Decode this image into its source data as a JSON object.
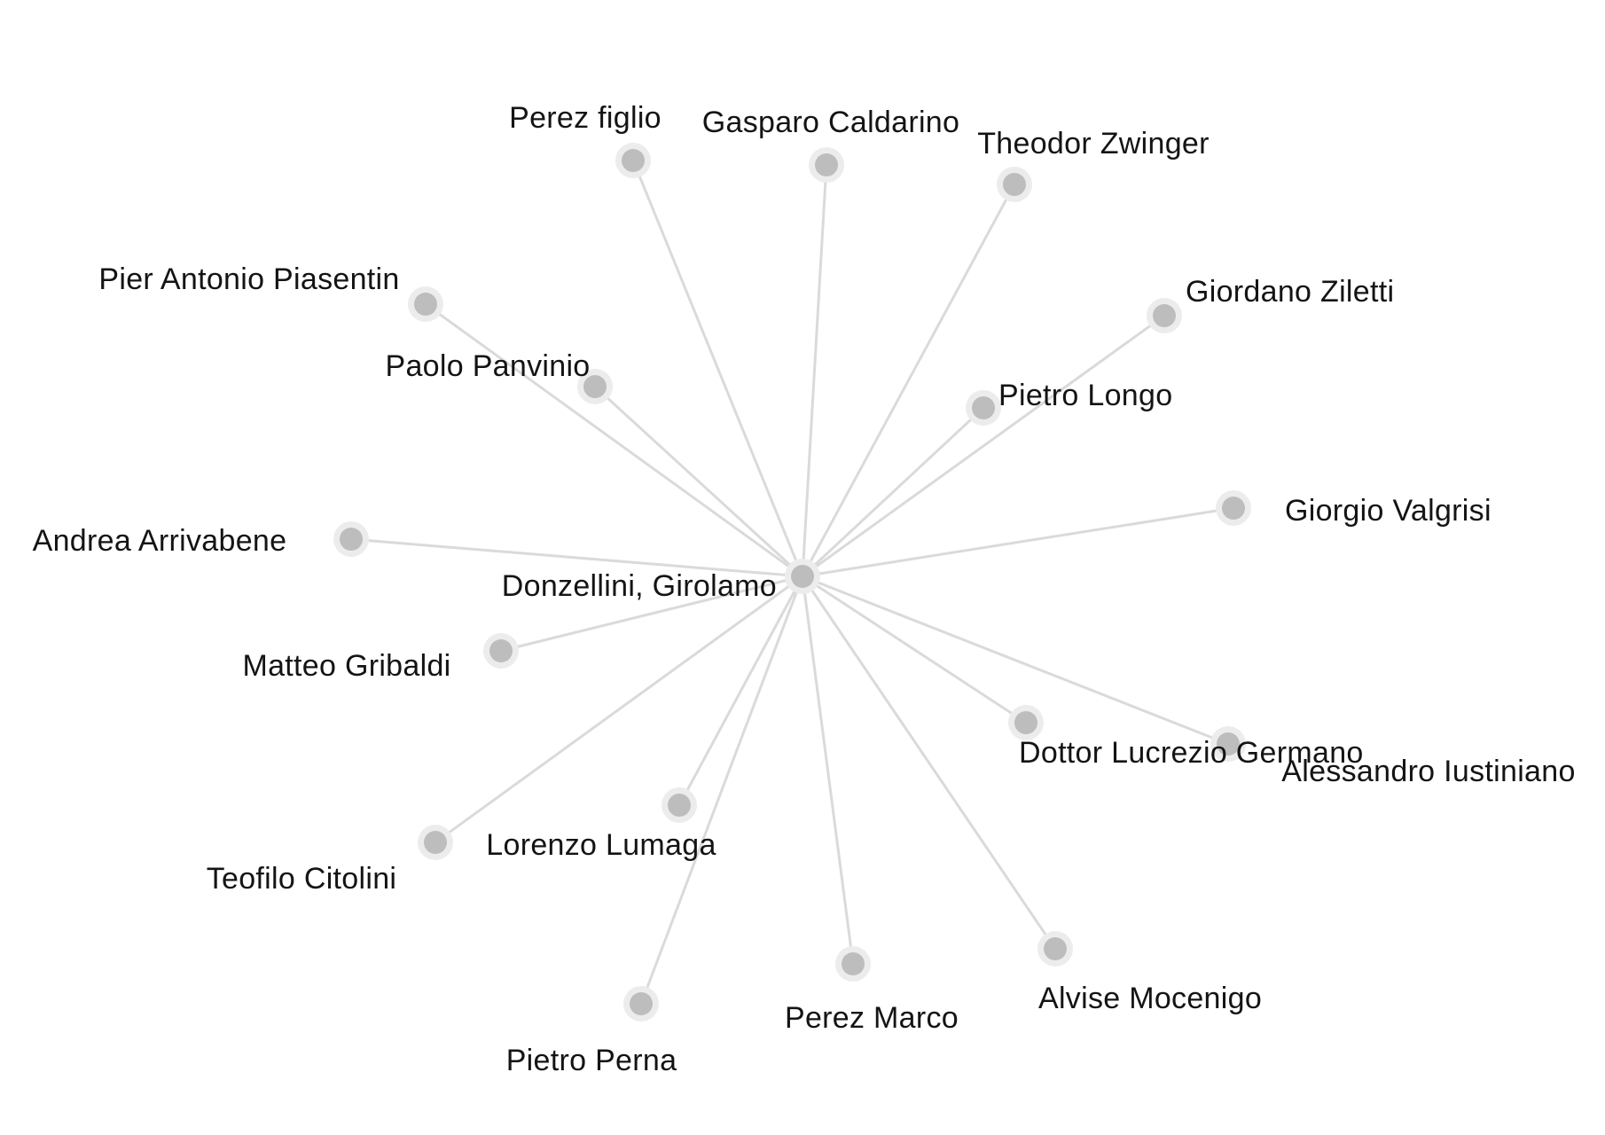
{
  "graph": {
    "center": {
      "id": "center",
      "label": "Donzellini, Girolamo"
    },
    "neighbors": [
      {
        "id": "perez-figlio",
        "label": "Perez figlio"
      },
      {
        "id": "gasparo-caldarino",
        "label": "Gasparo Caldarino"
      },
      {
        "id": "theodor-zwinger",
        "label": "Theodor Zwinger"
      },
      {
        "id": "giordano-ziletti",
        "label": "Giordano Ziletti"
      },
      {
        "id": "pier-antonio-piasentin",
        "label": "Pier Antonio Piasentin"
      },
      {
        "id": "paolo-panvinio",
        "label": "Paolo Panvinio"
      },
      {
        "id": "pietro-longo",
        "label": "Pietro Longo"
      },
      {
        "id": "giorgio-valgrisi",
        "label": "Giorgio Valgrisi"
      },
      {
        "id": "andrea-arrivabene",
        "label": "Andrea Arrivabene"
      },
      {
        "id": "matteo-gribaldi",
        "label": "Matteo Gribaldi"
      },
      {
        "id": "dottor-lucrezio-germano",
        "label": "Dottor Lucrezio Germano"
      },
      {
        "id": "alessandro-iustiniano",
        "label": "Alessandro Iustiniano"
      },
      {
        "id": "lorenzo-lumaga",
        "label": "Lorenzo Lumaga"
      },
      {
        "id": "teofilo-citolini",
        "label": "Teofilo Citolini"
      },
      {
        "id": "alvise-mocenigo",
        "label": "Alvise Mocenigo"
      },
      {
        "id": "perez-marco",
        "label": "Perez Marco"
      },
      {
        "id": "pietro-perna",
        "label": "Pietro Perna"
      }
    ]
  },
  "colors": {
    "edge": "#dadada",
    "node_halo": "#ececec",
    "node_core": "#bdbdbd",
    "label": "#141414"
  }
}
